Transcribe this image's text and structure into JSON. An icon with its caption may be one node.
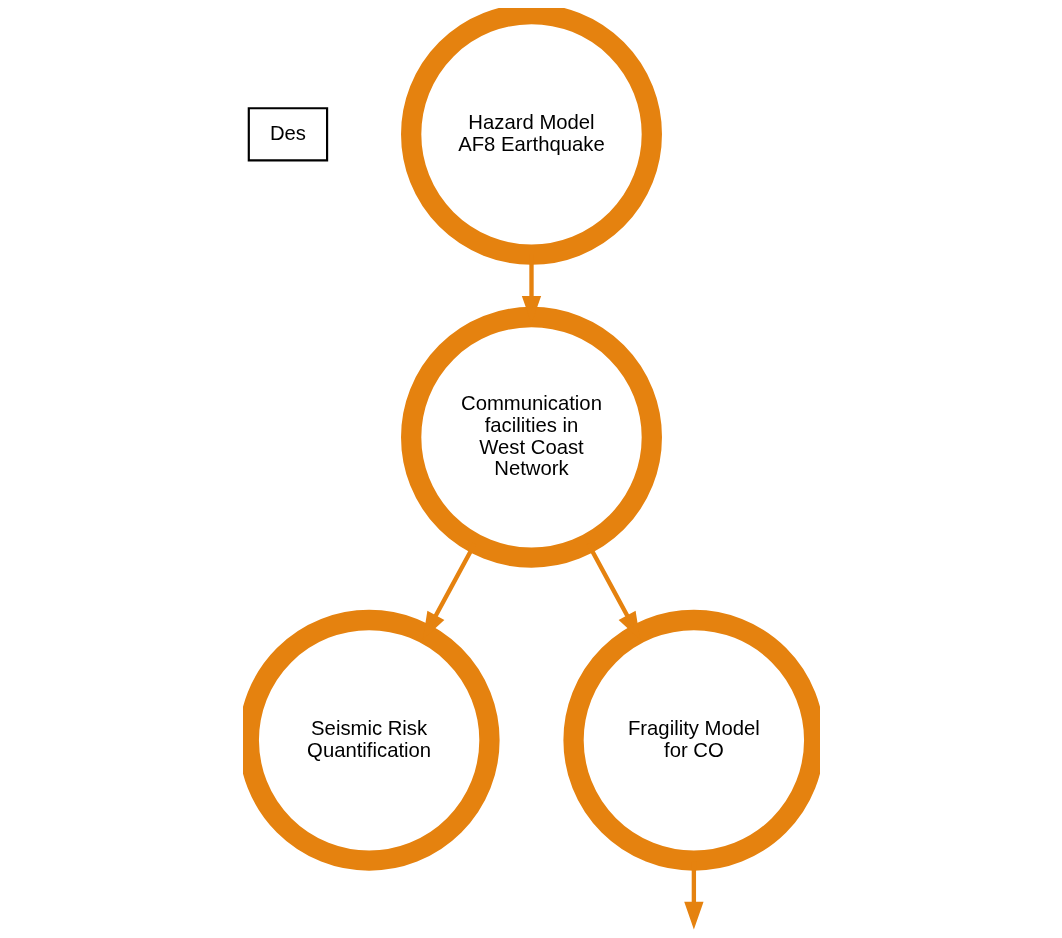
{
  "diagram": {
    "nodes": [
      {
        "text": [
          "Des"
        ]
      },
      {
        "text": [
          "Hazard Model",
          "AF8 Earthquake"
        ]
      },
      {
        "text": [
          "Seismic Risk Quantification"
        ]
      },
      {
        "text": [
          "Communication facilities in West Coast Network"
        ]
      },
      {
        "text": [
          "Fragility Model for CO"
        ]
      }
    ],
    "edges": [
      {
        "from": 1,
        "to": 3,
        "arrow": "to"
      },
      {
        "from": 3,
        "to": 2,
        "arrow": "to"
      },
      {
        "from": 3,
        "to": 4,
        "arrow": "to"
      },
      {
        "from": 4,
        "to": null,
        "arrow": "to"
      }
    ]
  }
}
